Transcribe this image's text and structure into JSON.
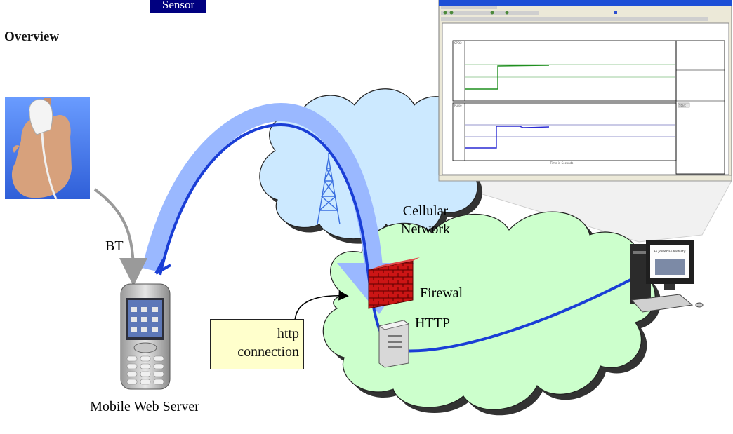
{
  "header": {
    "sensor_label": "Sensor",
    "section_title": "Overview"
  },
  "links": {
    "bluetooth": "BT"
  },
  "nodes": {
    "mobile_server": "Mobile Web Server",
    "cellular_line1": "Cellular",
    "cellular_line2": "Network",
    "firewall": "Firewal",
    "http_server": "HTTP"
  },
  "note": {
    "line1": "http",
    "line2": "connection"
  },
  "browser": {
    "chart_top_label": "SPO2",
    "chart_bottom_label": "Pulse",
    "x_axis_label": "Time in Seconds",
    "start_button": "Start"
  },
  "monitor_screen": {
    "title": "Hi Jonathan Mobility"
  },
  "colors": {
    "cloud_fill": "#ccffcc",
    "cellular_cloud_fill": "#cce9ff",
    "route_line": "#1a3ed6",
    "route_arrow": "#9ab8ff",
    "sensor_tag": "#000080",
    "note_fill": "#ffffcc",
    "firewall": "#d01818"
  },
  "icons": [
    "finger-pulse-oximeter-photo",
    "radio-tower-icon",
    "firewall-brick-icon",
    "server-tower-icon",
    "smartphone-icon",
    "desktop-computer-icon",
    "browser-window-screenshot"
  ]
}
